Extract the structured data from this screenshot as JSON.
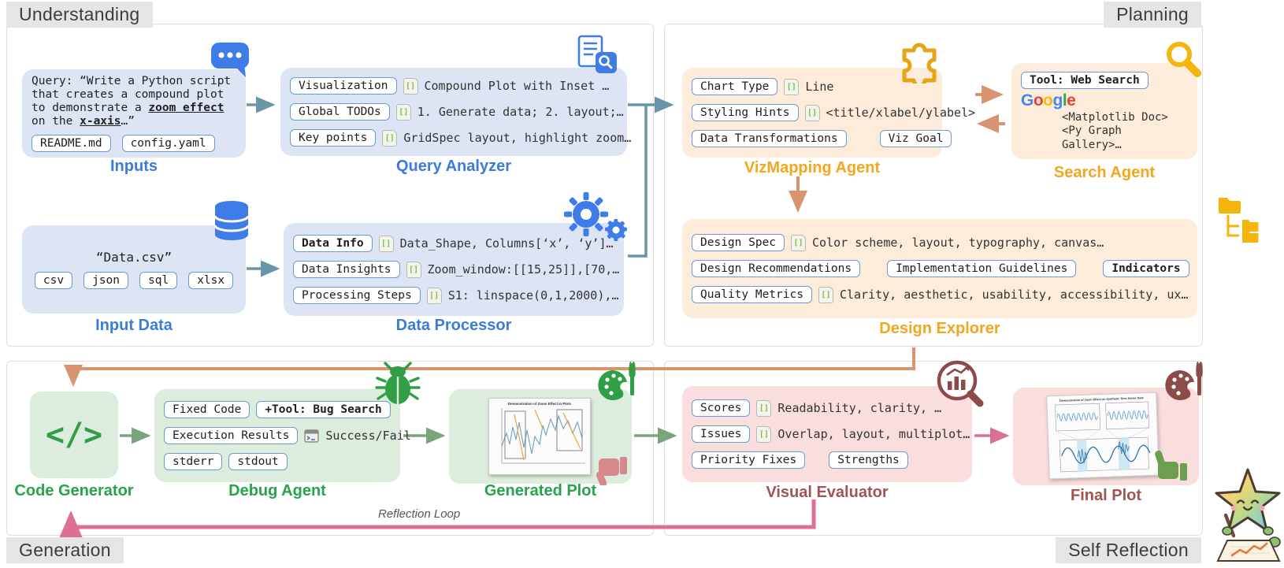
{
  "corners": {
    "understanding": "Understanding",
    "planning": "Planning",
    "generation": "Generation",
    "self_reflection": "Self Reflection"
  },
  "icons": {
    "json_glyph": "[]"
  },
  "understanding": {
    "inputs": {
      "label": "Inputs",
      "segments": [
        {
          "text": "Query: “Write a Python script that creates a compound plot to demonstrate a "
        },
        {
          "text": "zoom effect"
        },
        {
          "text": " on the "
        },
        {
          "text": "x-axis"
        },
        {
          "text": "…”"
        }
      ],
      "files": [
        "README.md",
        "config.yaml"
      ]
    },
    "query_analyzer": {
      "label": "Query Analyzer",
      "rows": [
        {
          "key": "Visualization",
          "value": "Compound Plot with Inset …"
        },
        {
          "key": "Global TODOs",
          "value": "1. Generate data; 2. layout;…"
        },
        {
          "key": "Key points",
          "value": "GridSpec layout, highlight zoom…"
        }
      ]
    },
    "input_data": {
      "label": "Input Data",
      "filename": "“Data.csv”",
      "formats": [
        "csv",
        "json",
        "sql",
        "xlsx"
      ]
    },
    "data_processor": {
      "label": "Data Processor",
      "rows": [
        {
          "key": "Data Info",
          "value": "Data_Shape, Columns[‘x’, ‘y’]…"
        },
        {
          "key": "Data Insights",
          "value": "Zoom_window:[[15,25]],[70,…"
        },
        {
          "key": "Processing Steps",
          "value": "S1: linspace(0,1,2000),…"
        }
      ]
    }
  },
  "planning": {
    "vizmapping": {
      "label": "VizMapping Agent",
      "rows": [
        {
          "key": "Chart Type",
          "value": "Line"
        },
        {
          "key": "Styling Hints",
          "value": "<title/xlabel/ylabel>"
        }
      ],
      "extra_keys": [
        "Data Transformations",
        "Viz Goal"
      ]
    },
    "search_agent": {
      "label": "Search Agent",
      "tool": "Tool: Web Search",
      "google": [
        "G",
        "o",
        "o",
        "g",
        "l",
        "e"
      ],
      "results": [
        "<Matplotlib Doc>",
        "<Py Graph Gallery>…"
      ]
    },
    "design_explorer": {
      "label": "Design Explorer",
      "row1": {
        "key": "Design Spec",
        "value": "Color scheme, layout, typography, canvas…"
      },
      "row2_keys": [
        "Design Recommendations",
        "Implementation Guidelines",
        "Indicators"
      ],
      "row3": {
        "key": "Quality Metrics",
        "value": "Clarity, aesthetic, usability, accessibility, ux…"
      }
    }
  },
  "generation": {
    "code_generator": {
      "label": "Code Generator",
      "glyph": "</>"
    },
    "debug_agent": {
      "label": "Debug Agent",
      "row1_keys": [
        "Fixed Code",
        "+Tool: Bug Search"
      ],
      "row2": {
        "key": "Execution Results",
        "value": "Success/Fail"
      },
      "row3_keys": [
        "stderr",
        "stdout"
      ]
    },
    "generated_plot": {
      "label": "Generated Plot",
      "thumb_title": "Demonstration of Zoom Effect in Plots"
    },
    "reflection_loop": "Reflection Loop"
  },
  "self_reflection": {
    "visual_evaluator": {
      "label": "Visual Evaluator",
      "rows": [
        {
          "key": "Scores",
          "value": "Readability, clarity, …"
        },
        {
          "key": "Issues",
          "value": "Overlap, layout, multiplot…"
        }
      ],
      "extra_keys": [
        "Priority Fixes",
        "Strengths"
      ]
    },
    "final_plot": {
      "label": "Final Plot",
      "thumb_title": "Demonstration of Zoom Effect on Synthetic Time Series Data"
    }
  },
  "colors": {
    "blue_accent": "#3b7cdb",
    "orange_accent": "#f2a71d",
    "green_accent": "#27a34b",
    "maroon_accent": "#9e5553",
    "teal_arrow": "#6796a8",
    "salmon_arrow": "#d8936f",
    "green_arrow": "#79a47c",
    "pink_arrow": "#dc6f96"
  }
}
